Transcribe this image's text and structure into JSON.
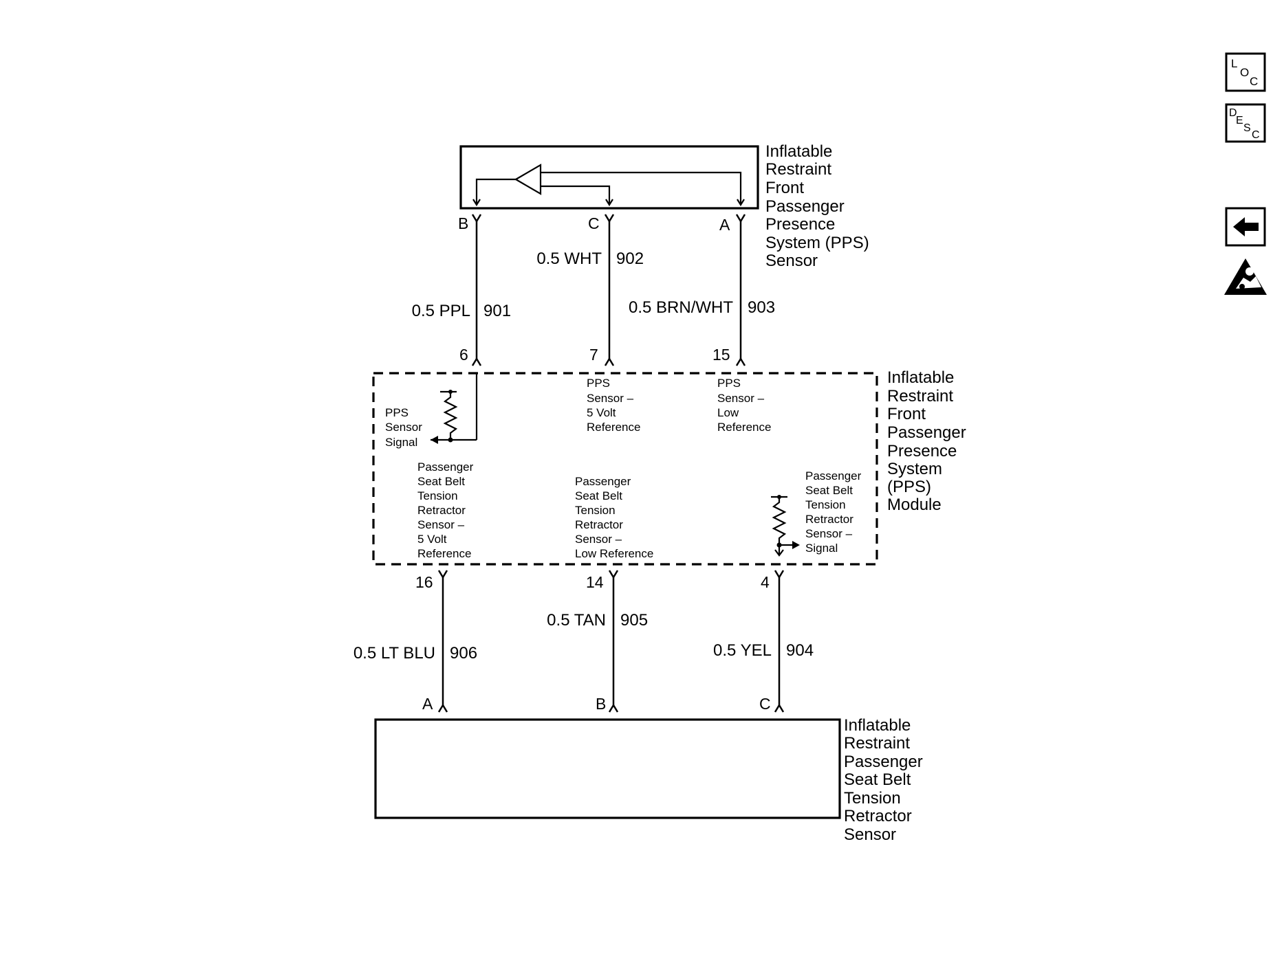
{
  "nav": {
    "loc": [
      "L",
      "O",
      "C"
    ],
    "desc": [
      "D",
      "E",
      "S",
      "C"
    ]
  },
  "pps_sensor": {
    "label": [
      "Inflatable",
      "Restraint",
      "Front",
      "Passenger",
      "Presence",
      "System (PPS)",
      "Sensor"
    ],
    "pins": {
      "b": "B",
      "c": "C",
      "a": "A"
    }
  },
  "pps_module": {
    "label": [
      "Inflatable",
      "Restraint",
      "Front",
      "Passenger",
      "Presence",
      "System",
      "(PPS)",
      "Module"
    ],
    "pins": {
      "p6": "6",
      "p7": "7",
      "p15": "15",
      "p16": "16",
      "p14": "14",
      "p4": "4"
    },
    "pps_signal": [
      "PPS",
      "Sensor",
      "Signal"
    ],
    "pps_5v": [
      "PPS",
      "Sensor –",
      "5 Volt",
      "Reference"
    ],
    "pps_low": [
      "PPS",
      "Sensor –",
      "Low",
      "Reference"
    ],
    "belt_5v": [
      "Passenger",
      "Seat Belt",
      "Tension",
      "Retractor",
      "Sensor –",
      "5 Volt",
      "Reference"
    ],
    "belt_low": [
      "Passenger",
      "Seat Belt",
      "Tension",
      "Retractor",
      "Sensor –",
      "Low Reference"
    ],
    "belt_signal": [
      "Passenger",
      "Seat Belt",
      "Tension",
      "Retractor",
      "Sensor –",
      "Signal"
    ]
  },
  "belt_sensor": {
    "label": [
      "Inflatable",
      "Restraint",
      "Passenger",
      "Seat Belt",
      "Tension",
      "Retractor",
      "Sensor"
    ],
    "pins": {
      "a": "A",
      "b": "B",
      "c": "C"
    }
  },
  "wires": {
    "w901": {
      "color": "0.5 PPL",
      "circuit": "901"
    },
    "w902": {
      "color": "0.5 WHT",
      "circuit": "902"
    },
    "w903": {
      "color": "0.5 BRN/WHT",
      "circuit": "903"
    },
    "w906": {
      "color": "0.5 LT BLU",
      "circuit": "906"
    },
    "w905": {
      "color": "0.5 TAN",
      "circuit": "905"
    },
    "w904": {
      "color": "0.5 YEL",
      "circuit": "904"
    }
  }
}
